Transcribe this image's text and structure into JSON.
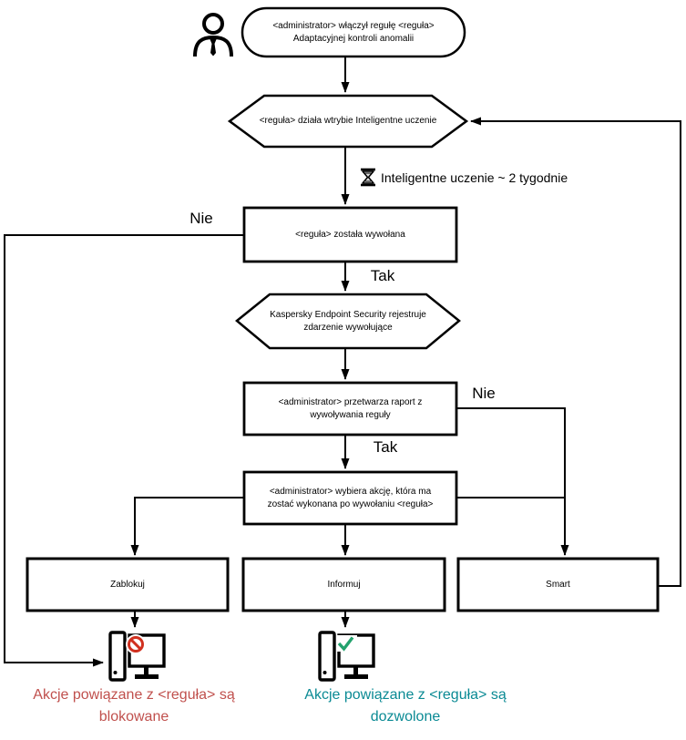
{
  "diagram": {
    "title_context": "Adaptive Anomaly Control rule flowchart",
    "nodes": {
      "start": {
        "line1": "<administrator> włączył regułę <reguła>",
        "line2": "Adaptacyjnej kontroli anomalii"
      },
      "smart_training_mode": "<reguła> działa wtrybie Inteligentne uczenie",
      "learning_note": "Inteligentne uczenie ~ 2 tygodnie",
      "rule_triggered": "<reguła> została wywołana",
      "registers_event": {
        "line1": "Kaspersky Endpoint Security rejestruje",
        "line2": "zdarzenie wywołujące"
      },
      "process_report": {
        "line1": "<administrator> przetwarza raport z",
        "line2": "wywoływania reguły"
      },
      "choose_action": {
        "line1": "<administrator> wybiera akcję, która ma",
        "line2": "zostać wykonana po wywołaniu <reguła>"
      },
      "action_block": "Zablokuj",
      "action_inform": "Informuj",
      "action_smart": "Smart"
    },
    "edge_labels": {
      "nie_left": "Nie",
      "tak_top": "Tak",
      "nie_right": "Nie",
      "tak_bottom": "Tak"
    },
    "captions": {
      "blocked": {
        "line1": "Akcje powiązane z <reguła> są",
        "line2": "blokowane"
      },
      "allowed": {
        "line1": "Akcje powiązane z <reguła> są",
        "line2": "dozwolone"
      }
    },
    "icons": [
      "user-icon",
      "hourglass-icon",
      "computer-blocked-icon",
      "prohibition-icon",
      "computer-allowed-icon",
      "check-icon"
    ],
    "colors": {
      "stroke": "#000000",
      "blocked_text": "#c0504d",
      "allowed_text": "#0a8a94",
      "deny_icon": "#d0301f",
      "check_icon": "#23a26d"
    }
  }
}
